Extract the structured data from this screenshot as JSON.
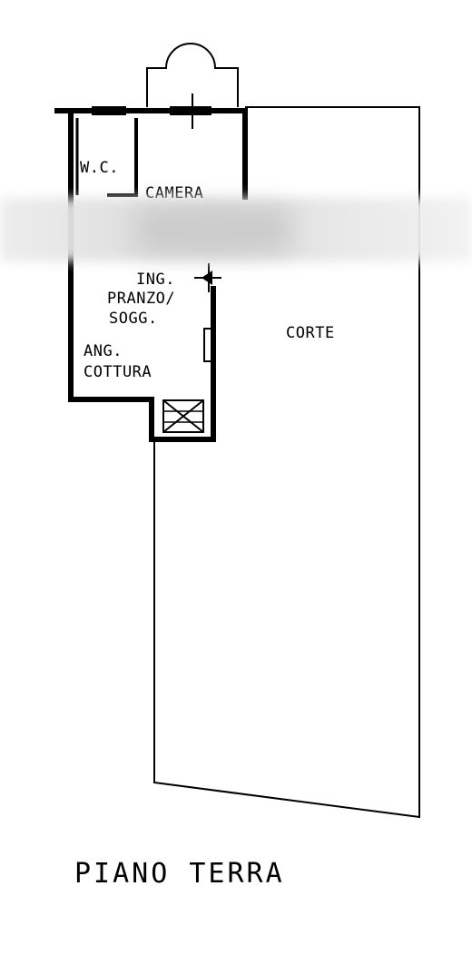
{
  "rooms": {
    "wc": "W.C.",
    "camera": "CAMERA",
    "ingresso": "ING.",
    "pranzo": "PRANZO/",
    "soggiorno": "SOGG.",
    "angolo": "ANG.",
    "cottura": "COTTURA",
    "corte": "CORTE"
  },
  "floor_title": "PIANO TERRA",
  "colors": {
    "line": "#000000",
    "background": "#ffffff"
  }
}
